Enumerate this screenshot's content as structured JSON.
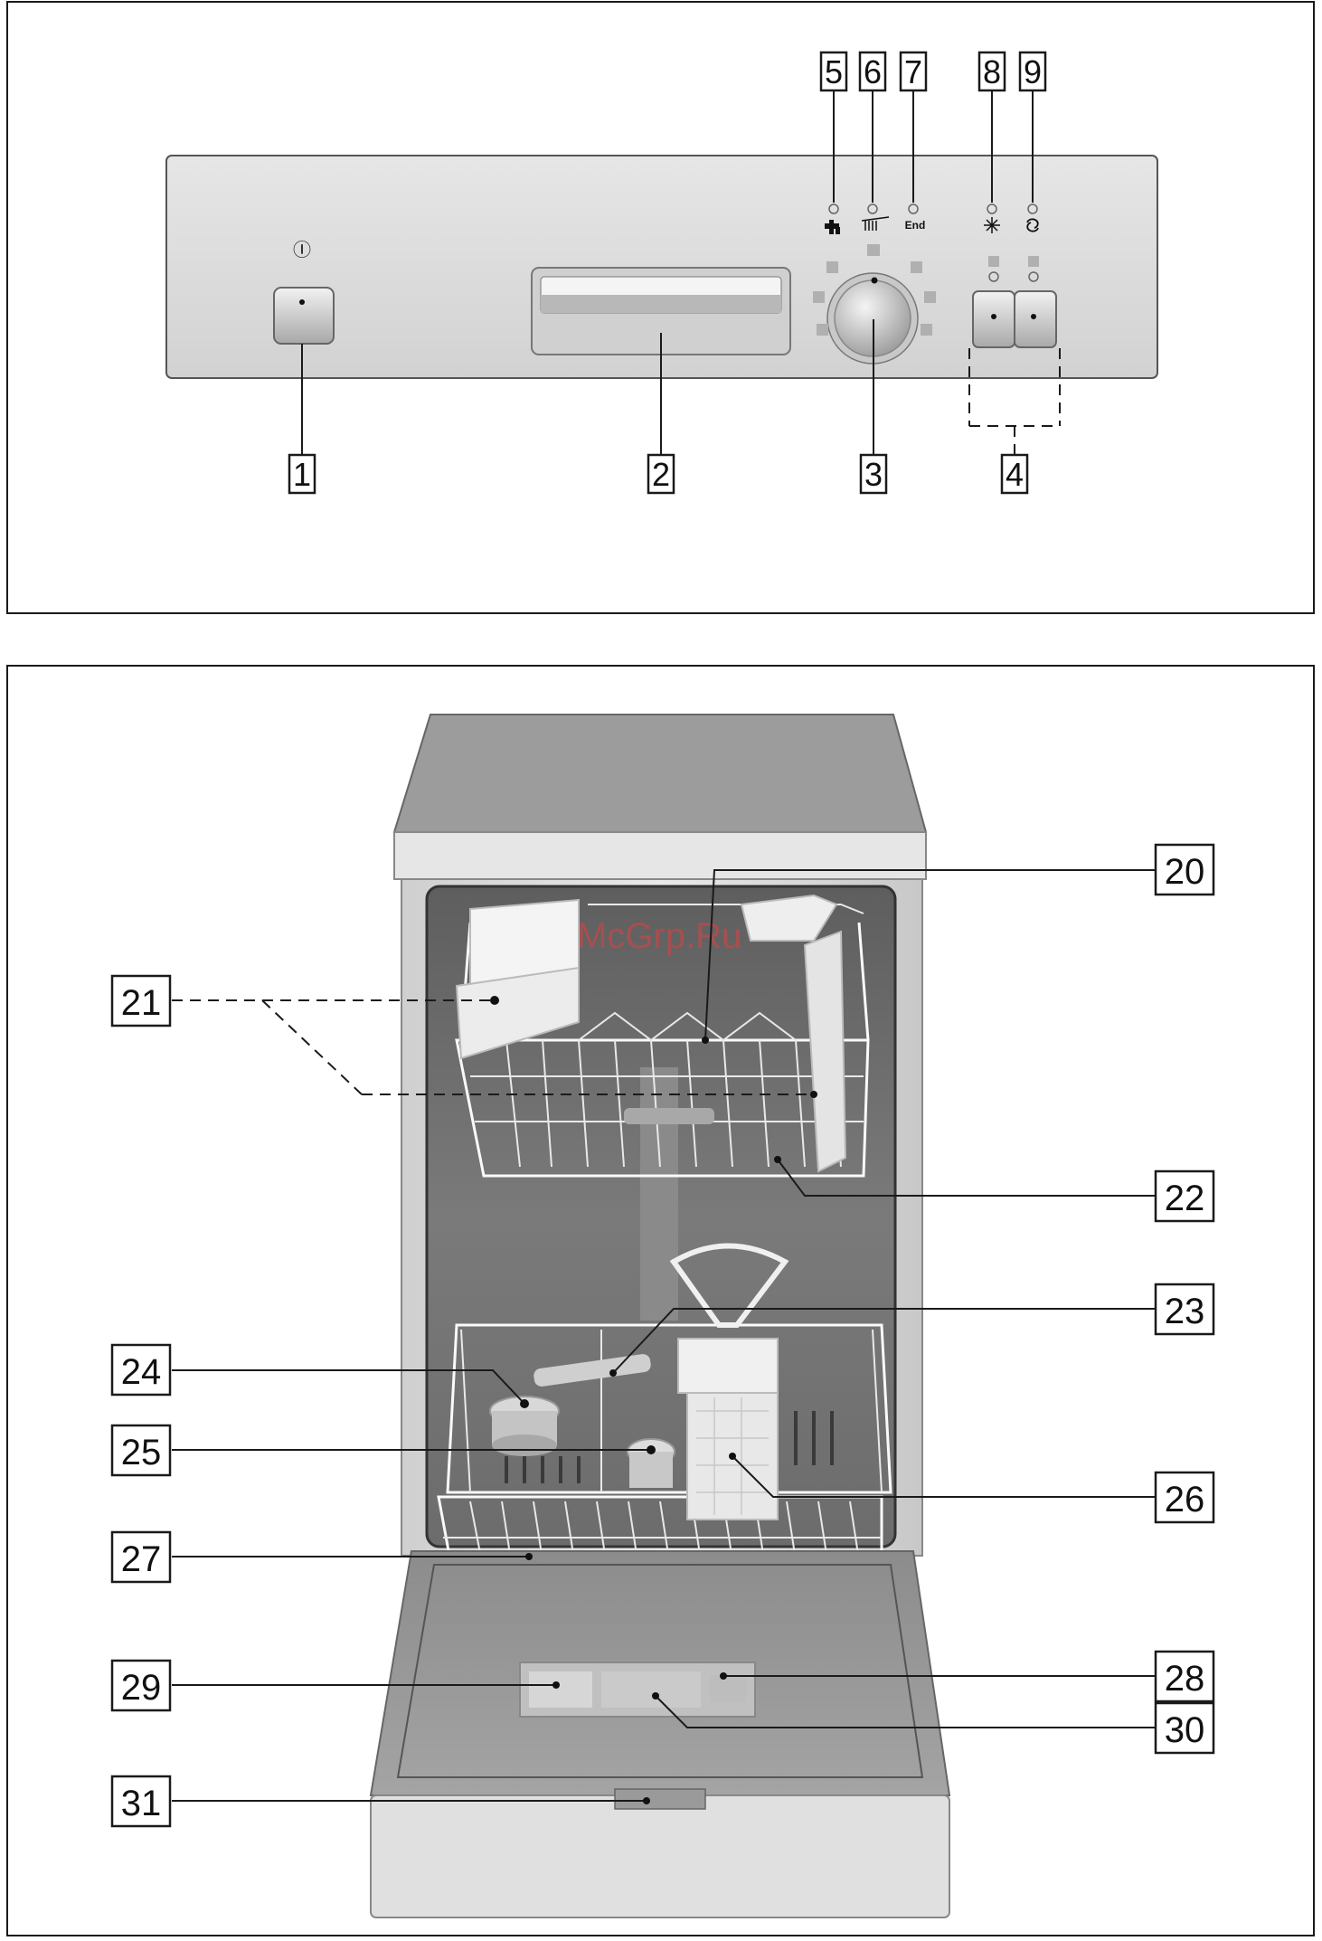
{
  "panel": {
    "symbols": {
      "power_symbol": "Ⓘ",
      "end_label": "End"
    },
    "callouts": [
      "1",
      "2",
      "3",
      "4",
      "5",
      "6",
      "7",
      "8",
      "9"
    ]
  },
  "interior": {
    "callouts": [
      "20",
      "21",
      "22",
      "23",
      "24",
      "25",
      "26",
      "27",
      "28",
      "29",
      "30",
      "31"
    ]
  },
  "watermark": "McGrp.Ru",
  "colors": {
    "panel": "#dedede",
    "interior": "#7a7a7a",
    "outline": "#1a1a1a"
  }
}
